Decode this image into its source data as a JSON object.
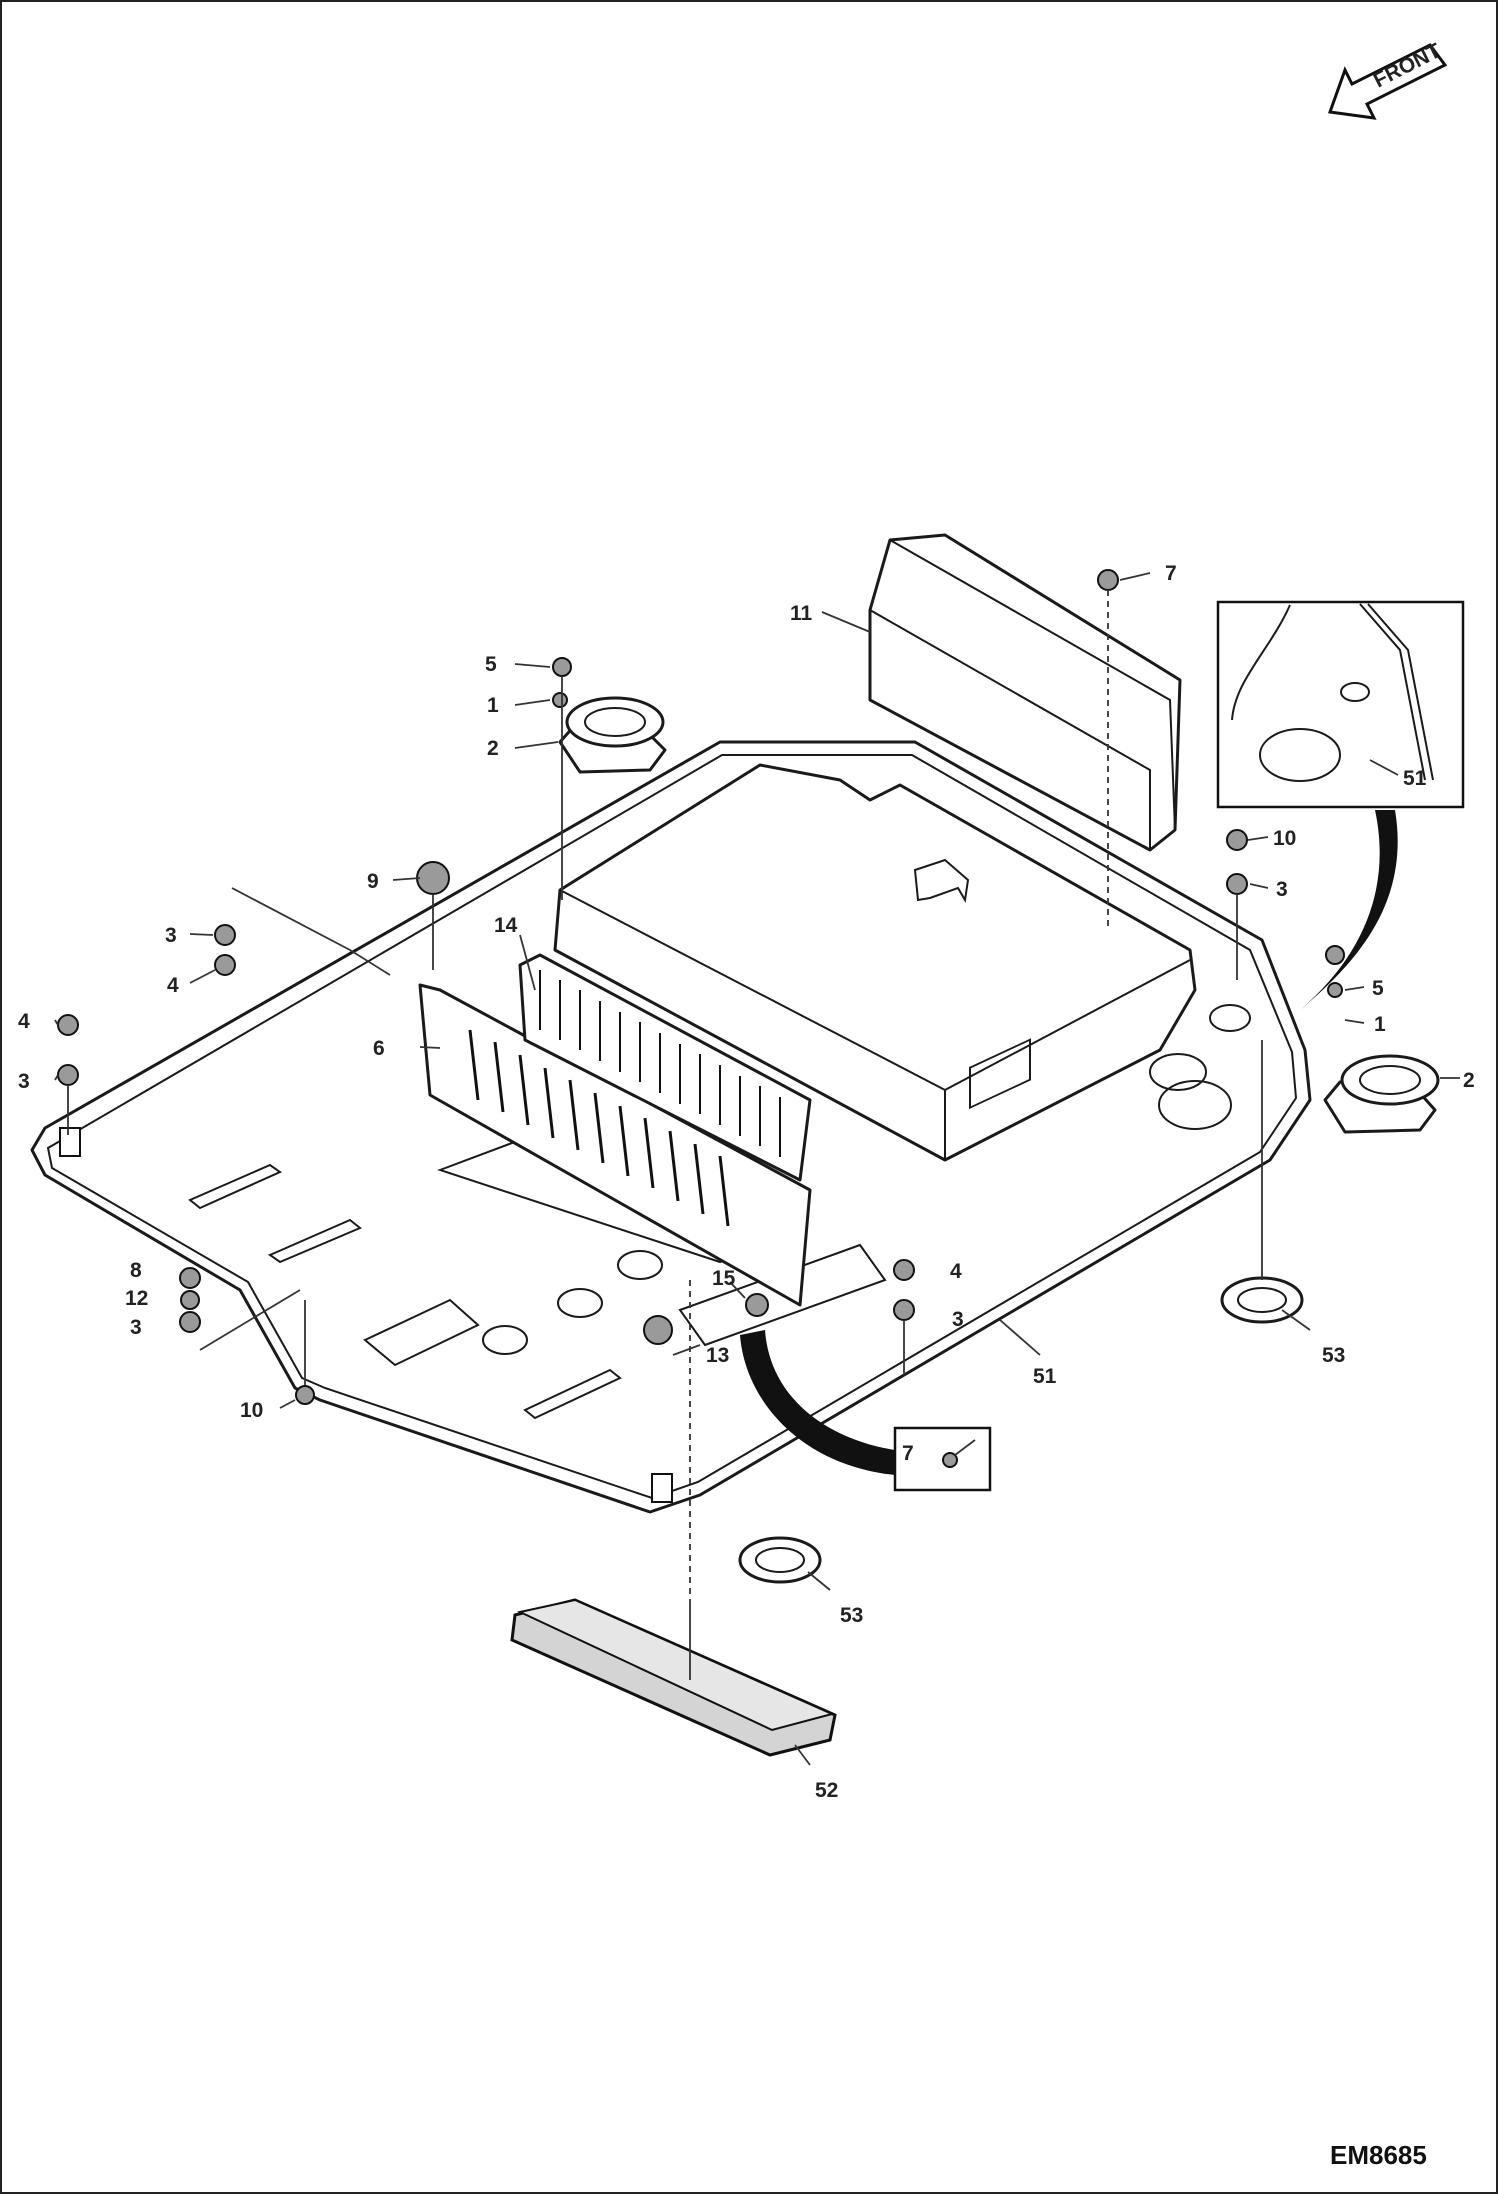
{
  "figure": {
    "drawing_number": "EM8685",
    "direction_label": "FRONT"
  },
  "callouts": [
    {
      "id": "c5a",
      "label": "5"
    },
    {
      "id": "c1a",
      "label": "1"
    },
    {
      "id": "c2a",
      "label": "2"
    },
    {
      "id": "c11",
      "label": "11"
    },
    {
      "id": "c7a",
      "label": "7"
    },
    {
      "id": "c51a",
      "label": "51"
    },
    {
      "id": "c10a",
      "label": "10"
    },
    {
      "id": "c3a",
      "label": "3"
    },
    {
      "id": "c9",
      "label": "9"
    },
    {
      "id": "c3b",
      "label": "3"
    },
    {
      "id": "c4a",
      "label": "4"
    },
    {
      "id": "c14",
      "label": "14"
    },
    {
      "id": "c4b",
      "label": "4"
    },
    {
      "id": "c3c",
      "label": "3"
    },
    {
      "id": "c6",
      "label": "6"
    },
    {
      "id": "c5b",
      "label": "5"
    },
    {
      "id": "c1b",
      "label": "1"
    },
    {
      "id": "c2b",
      "label": "2"
    },
    {
      "id": "c8",
      "label": "8"
    },
    {
      "id": "c12",
      "label": "12"
    },
    {
      "id": "c3d",
      "label": "3"
    },
    {
      "id": "c15",
      "label": "15"
    },
    {
      "id": "c4c",
      "label": "4"
    },
    {
      "id": "c3e",
      "label": "3"
    },
    {
      "id": "c13",
      "label": "13"
    },
    {
      "id": "c51b",
      "label": "51"
    },
    {
      "id": "c53a",
      "label": "53"
    },
    {
      "id": "c10b",
      "label": "10"
    },
    {
      "id": "c7b",
      "label": "7"
    },
    {
      "id": "c53b",
      "label": "53"
    },
    {
      "id": "c52",
      "label": "52"
    }
  ]
}
